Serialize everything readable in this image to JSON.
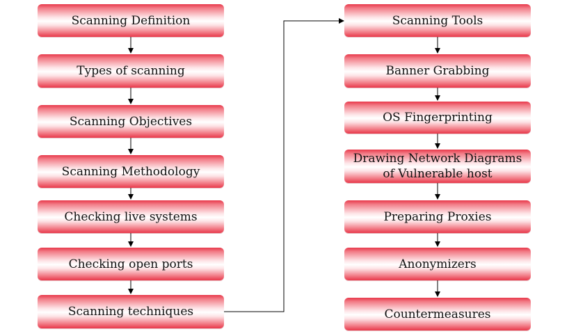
{
  "left_column": [
    {
      "label": "Scanning Definition"
    },
    {
      "label": "Types of scanning"
    },
    {
      "label": "Scanning Objectives"
    },
    {
      "label": "Scanning Methodology"
    },
    {
      "label": "Checking live systems"
    },
    {
      "label": "Checking open ports"
    },
    {
      "label": "Scanning techniques"
    }
  ],
  "right_column": [
    {
      "label": "Scanning Tools"
    },
    {
      "label": "Banner Grabbing"
    },
    {
      "label": "OS Fingerprinting"
    },
    {
      "label": "Drawing Network Diagrams\nof Vulnerable host"
    },
    {
      "label": "Preparing Proxies"
    },
    {
      "label": "Anonymizers"
    },
    {
      "label": "Countermeasures"
    }
  ],
  "colors": {
    "box_edge": "#e8384a",
    "box_center": "#ffffff",
    "arrow": "#000000"
  }
}
